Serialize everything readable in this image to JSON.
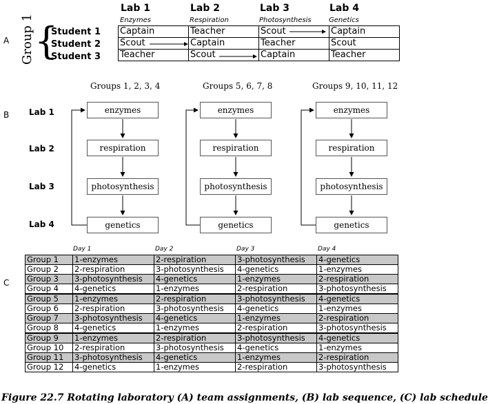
{
  "sections": {
    "a": "A",
    "b": "B",
    "c": "C"
  },
  "part_a": {
    "group_label": "Group 1",
    "labs": [
      {
        "name": "Lab 1",
        "topic": "Enzymes"
      },
      {
        "name": "Lab 2",
        "topic": "Respiration"
      },
      {
        "name": "Lab 3",
        "topic": "Photosynthesis"
      },
      {
        "name": "Lab 4",
        "topic": "Genetics"
      }
    ],
    "students": [
      "Student 1",
      "Student 2",
      "Student 3"
    ],
    "roles": [
      [
        "Captain",
        "Teacher",
        "Scout",
        "Captain"
      ],
      [
        "Scout",
        "Captain",
        "Teacher",
        "Scout"
      ],
      [
        "Teacher",
        "Scout",
        "Captain",
        "Teacher"
      ]
    ]
  },
  "part_b": {
    "row_labels": [
      "Lab 1",
      "Lab 2",
      "Lab 3",
      "Lab 4"
    ],
    "columns": [
      {
        "title": "Groups 1, 2, 3, 4"
      },
      {
        "title": "Groups 5, 6, 7, 8"
      },
      {
        "title": "Groups 9, 10, 11, 12"
      }
    ],
    "steps": [
      "enzymes",
      "respiration",
      "photosynthesis",
      "genetics"
    ]
  },
  "part_c": {
    "days": [
      "Day 1",
      "Day 2",
      "Day 3",
      "Day 4"
    ],
    "rows": [
      [
        "Group 1",
        "1-enzymes",
        "2-respiration",
        "3-photosynthesis",
        "4-genetics"
      ],
      [
        "Group 2",
        "2-respiration",
        "3-photosynthesis",
        "4-genetics",
        "1-enzymes"
      ],
      [
        "Group 3",
        "3-photosynthesis",
        "4-genetics",
        "1-enzymes",
        "2-respiration"
      ],
      [
        "Group 4",
        "4-genetics",
        "1-enzymes",
        "2-respiration",
        "3-photosynthesis"
      ],
      [
        "Group 5",
        "1-enzymes",
        "2-respiration",
        "3-photosynthesis",
        "4-genetics"
      ],
      [
        "Group 6",
        "2-respiration",
        "3-photosynthesis",
        "4-genetics",
        "1-enzymes"
      ],
      [
        "Group 7",
        "3-photosynthesis",
        "4-genetics",
        "1-enzymes",
        "2-respiration"
      ],
      [
        "Group 8",
        "4-genetics",
        "1-enzymes",
        "2-respiration",
        "3-photosynthesis"
      ],
      [
        "Group 9",
        "1-enzymes",
        "2-respiration",
        "3-photosynthesis",
        "4-genetics"
      ],
      [
        "Group 10",
        "2-respiration",
        "3-photosynthesis",
        "4-genetics",
        "1-enzymes"
      ],
      [
        "Group 11",
        "3-photosynthesis",
        "4-genetics",
        "1-enzymes",
        "2-respiration"
      ],
      [
        "Group 12",
        "4-genetics",
        "1-enzymes",
        "2-respiration",
        "3-photosynthesis"
      ]
    ]
  },
  "caption": "Figure 22.7 Rotating laboratory (A) team assignments, (B) lab sequence, (C) lab schedule"
}
